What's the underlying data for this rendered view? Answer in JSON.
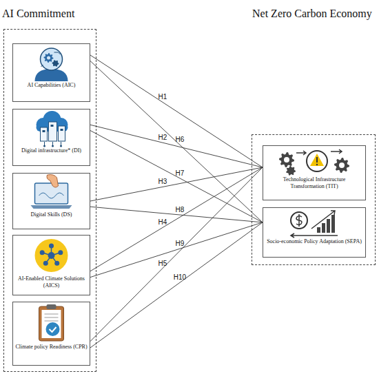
{
  "diagram": {
    "nodes": [
      {
        "text": [
          "AI Commitment"
        ]
      },
      {
        "text": [
          "AI Capabilities (AIC)"
        ],
        "in": 0
      },
      {
        "text": [
          "Digital infrastructure* (DI)"
        ],
        "in": 0
      },
      {
        "text": [
          "Digital Skills (DS)"
        ],
        "in": 0
      },
      {
        "text": [
          "AI-Enabled Climate Solutions (AICS)"
        ],
        "in": 0
      },
      {
        "text": [
          "Climate policy Readiness (CPR)"
        ],
        "in": 0
      },
      {
        "text": [
          "Net Zero Carbon Economy"
        ]
      },
      {
        "text": [
          "Technological Infrastructure Transformation (TIT)"
        ],
        "in": 6
      },
      {
        "text": [
          "Socio-economic Policy Adaptation (SEPA)"
        ],
        "in": 6
      }
    ],
    "edges": [
      {
        "from": 1,
        "to": 7,
        "label": "H1",
        "arrow": "none"
      },
      {
        "from": 2,
        "to": 7,
        "label": "H2",
        "arrow": "none"
      },
      {
        "from": 3,
        "to": 7,
        "label": "H3",
        "arrow": "none"
      },
      {
        "from": 4,
        "to": 7,
        "label": "H4",
        "arrow": "none"
      },
      {
        "from": 5,
        "to": 7,
        "label": "H5",
        "arrow": "none"
      },
      {
        "from": 1,
        "to": 8,
        "label": "H6",
        "arrow": "none"
      },
      {
        "from": 2,
        "to": 8,
        "label": "H7",
        "arrow": "none"
      },
      {
        "from": 3,
        "to": 8,
        "label": "H8",
        "arrow": "none"
      },
      {
        "from": 4,
        "to": 8,
        "label": "H9",
        "arrow": "none"
      },
      {
        "from": 5,
        "to": 8,
        "label": "H10",
        "arrow": "none"
      }
    ]
  }
}
